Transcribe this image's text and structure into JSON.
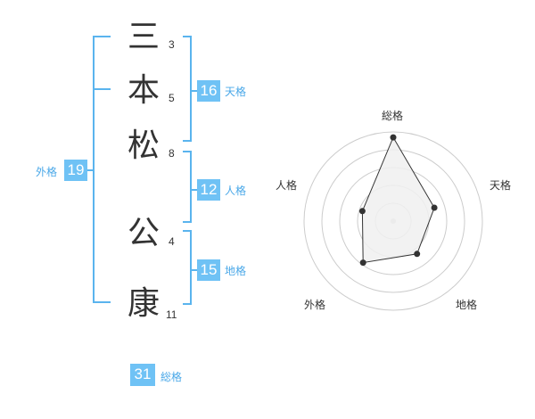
{
  "name": {
    "chars": [
      {
        "char": "三",
        "strokes": "3"
      },
      {
        "char": "本",
        "strokes": "5"
      },
      {
        "char": "松",
        "strokes": "8"
      },
      {
        "char": "公",
        "strokes": "4"
      },
      {
        "char": "康",
        "strokes": "11"
      }
    ]
  },
  "scores": {
    "tenkaku": {
      "value": "16",
      "label": "天格"
    },
    "jinkaku": {
      "value": "12",
      "label": "人格"
    },
    "chikaku": {
      "value": "15",
      "label": "地格"
    },
    "gaikaku": {
      "value": "19",
      "label": "外格"
    },
    "soukaku": {
      "value": "31",
      "label": "総格"
    }
  },
  "chart_data": {
    "type": "radar",
    "axes": [
      "総格",
      "天格",
      "地格",
      "外格",
      "人格"
    ],
    "values": [
      31,
      16,
      15,
      19,
      12
    ],
    "ring_count": 5,
    "colors": {
      "fill": "#f0f0f0",
      "line": "#333333",
      "grid": "#cccccc",
      "center": "#cccccc"
    }
  }
}
